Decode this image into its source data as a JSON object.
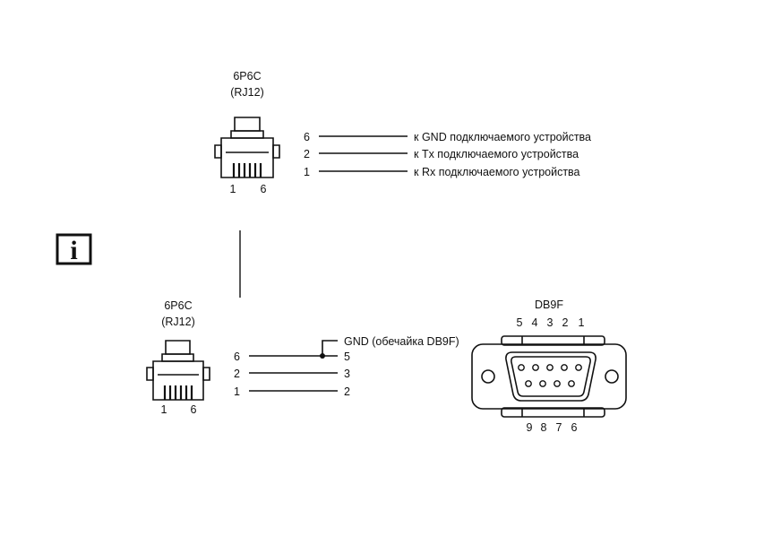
{
  "info_box": {
    "glyph": "i",
    "icon": "info-icon"
  },
  "top_connector": {
    "name": "6P6C",
    "alias": "(RJ12)",
    "pin_left": "1",
    "pin_right": "6",
    "wires": [
      {
        "pin": "6",
        "label": "к GND подключаемого устройства"
      },
      {
        "pin": "2",
        "label": "к Tx подключаемого устройства"
      },
      {
        "pin": "1",
        "label": "к Rx подключаемого устройства"
      }
    ]
  },
  "bottom_connector": {
    "name": "6P6C",
    "alias": "(RJ12)",
    "pin_left": "1",
    "pin_right": "6",
    "gnd_label": "GND (обечайка DB9F)",
    "wires": [
      {
        "from": "6",
        "to": "5"
      },
      {
        "from": "2",
        "to": "3"
      },
      {
        "from": "1",
        "to": "2"
      }
    ]
  },
  "db9f": {
    "name": "DB9F",
    "top_pins": [
      "5",
      "4",
      "3",
      "2",
      "1"
    ],
    "bottom_pins": [
      "9",
      "8",
      "7",
      "6"
    ]
  }
}
